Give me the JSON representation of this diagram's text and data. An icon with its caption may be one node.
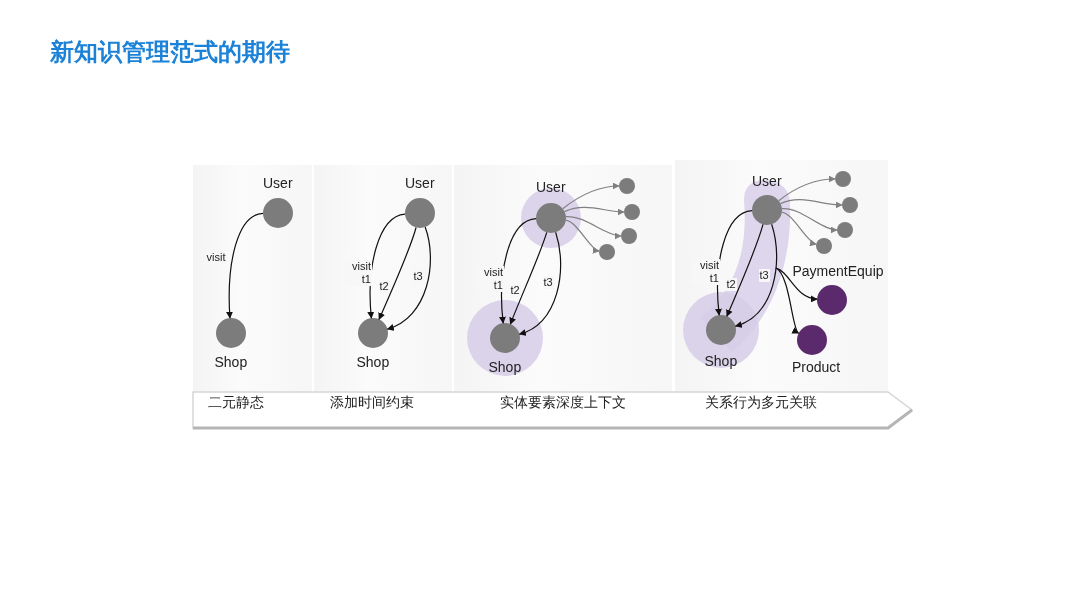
{
  "diagram": {
    "title": "新知识管理范式的期待",
    "nodes": [
      {
        "text": [
          "User"
        ]
      },
      {
        "text": [
          "Shop"
        ]
      },
      {
        "text": [
          "User"
        ]
      },
      {
        "text": [
          "Shop"
        ]
      },
      {
        "text": [
          "User"
        ]
      },
      {
        "text": [
          "Shop"
        ]
      },
      {
        "text": [],
        "shape": "circle"
      },
      {
        "text": [],
        "shape": "circle"
      },
      {
        "text": [],
        "shape": "circle"
      },
      {
        "text": [],
        "shape": "circle"
      },
      {
        "text": [
          "User"
        ]
      },
      {
        "text": [
          "Shop"
        ]
      },
      {
        "text": [],
        "shape": "circle"
      },
      {
        "text": [],
        "shape": "circle"
      },
      {
        "text": [],
        "shape": "circle"
      },
      {
        "text": [],
        "shape": "circle"
      },
      {
        "text": [
          "PaymentEquip"
        ]
      },
      {
        "text": [
          "Product"
        ]
      }
    ],
    "edges": [
      {
        "from": 0,
        "to": 1,
        "arrow": "to",
        "label": "visit"
      },
      {
        "from": 2,
        "to": 3,
        "arrow": "to",
        "label": "visit t1"
      },
      {
        "from": 2,
        "to": 3,
        "arrow": "to",
        "label": "t2"
      },
      {
        "from": 2,
        "to": 3,
        "arrow": "to",
        "label": "t3"
      },
      {
        "from": 4,
        "to": 5,
        "arrow": "to",
        "label": "visit t1"
      },
      {
        "from": 4,
        "to": 5,
        "arrow": "to",
        "label": "t2"
      },
      {
        "from": 4,
        "to": 5,
        "arrow": "to",
        "label": "t3"
      },
      {
        "from": 4,
        "to": 6,
        "arrow": "to",
        "color": "#808080"
      },
      {
        "from": 4,
        "to": 7,
        "arrow": "to",
        "color": "#808080"
      },
      {
        "from": 4,
        "to": 8,
        "arrow": "to",
        "color": "#808080"
      },
      {
        "from": 4,
        "to": 9,
        "arrow": "to",
        "color": "#808080"
      },
      {
        "from": 10,
        "to": 11,
        "arrow": "to",
        "label": "visit t1"
      },
      {
        "from": 10,
        "to": 11,
        "arrow": "to",
        "label": "t2"
      },
      {
        "from": 10,
        "to": 11,
        "arrow": "to",
        "label": "t3"
      },
      {
        "from": 10,
        "to": 12,
        "arrow": "to",
        "color": "#808080"
      },
      {
        "from": 10,
        "to": 13,
        "arrow": "to",
        "color": "#808080"
      },
      {
        "from": 10,
        "to": 14,
        "arrow": "to",
        "color": "#808080"
      },
      {
        "from": 10,
        "to": 15,
        "arrow": "to",
        "color": "#808080"
      },
      {
        "from": null,
        "to": 16,
        "arrow": "to"
      },
      {
        "from": null,
        "to": 17,
        "arrow": "to"
      }
    ],
    "labels": [
      "二元静态",
      "添加时间约束",
      "实体要素深度上下文",
      "关系行为多元关联"
    ]
  }
}
